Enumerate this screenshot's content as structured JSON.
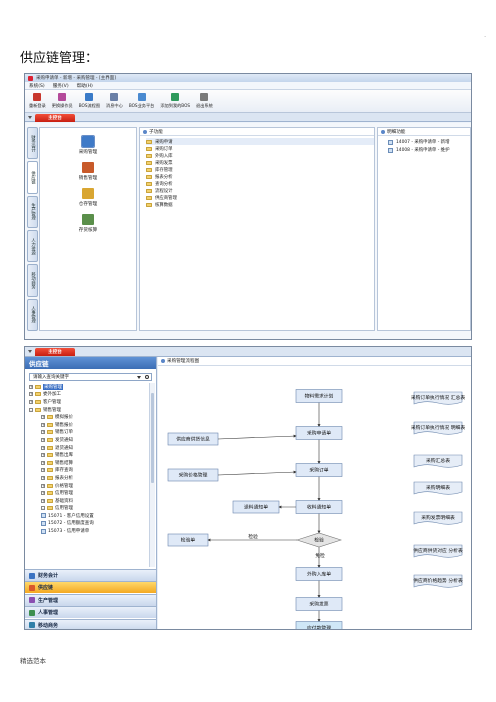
{
  "doc": {
    "corner_mark": "-",
    "title": "供应链管理：",
    "footer": "精选范本"
  },
  "shot1": {
    "window_title": "采购申请单 - 新增 - 采购管理 - [主界面]",
    "menu": [
      "系统(S)",
      "服务(V)",
      "帮助(H)"
    ],
    "toolbar": [
      {
        "label": "重新登录",
        "color": "#c8372d"
      },
      {
        "label": "更换操作员",
        "color": "#b44a9a"
      },
      {
        "label": "BOS流程图",
        "color": "#3a7bc8"
      },
      {
        "label": "消息中心",
        "color": "#6a7fa6"
      },
      {
        "label": "BOS业务平台",
        "color": "#4a8ad0"
      },
      {
        "label": "添加到我的BOS",
        "color": "#2f9a5c"
      },
      {
        "label": "退出系统",
        "color": "#7a7a7a"
      }
    ],
    "main_tab": "主控台",
    "vertical_tabs": [
      "财务会计",
      "供应链",
      "生产管理",
      "人力资源",
      "移动商务",
      "人事管理"
    ],
    "active_vtab_index": 1,
    "modules": [
      {
        "label": "采购管理",
        "color": "#3f7ac7"
      },
      {
        "label": "销售管理",
        "color": "#c85a2a"
      },
      {
        "label": "仓存管理",
        "color": "#d9a632"
      },
      {
        "label": "存货核算",
        "color": "#5a8f4a"
      }
    ],
    "sub_panel_title": "子功能",
    "sub_functions": [
      "采购申请",
      "采购订单",
      "外购入库",
      "采购发票",
      "库存管理",
      "报表分析",
      "查询分析",
      "流程设计",
      "供应商管理",
      "核算数据"
    ],
    "detail_panel_title": "明细功能",
    "details": [
      "14007 - 采购申请单 - 新增",
      "14008 - 采购申请单 - 维护"
    ]
  },
  "shot2": {
    "main_tab": "主控台",
    "nav_title": "供应链",
    "search_placeholder": "请输入查询关键字",
    "tree": [
      {
        "label": "采购管理",
        "exp": "+",
        "sel": true
      },
      {
        "label": "委外加工",
        "exp": "+"
      },
      {
        "label": "客户管理",
        "exp": "+"
      },
      {
        "label": "销售管理",
        "exp": "-"
      },
      {
        "label": "模拟报价",
        "exp": "+",
        "child": true
      },
      {
        "label": "销售报价",
        "exp": "+",
        "child": true
      },
      {
        "label": "销售订单",
        "exp": "+",
        "child": true
      },
      {
        "label": "发货通知",
        "exp": "+",
        "child": true
      },
      {
        "label": "退货通知",
        "exp": "+",
        "child": true
      },
      {
        "label": "销售出库",
        "exp": "+",
        "child": true
      },
      {
        "label": "销售结算",
        "exp": "+",
        "child": true
      },
      {
        "label": "库存查询",
        "exp": "+",
        "child": true
      },
      {
        "label": "报表分析",
        "exp": "+",
        "child": true
      },
      {
        "label": "价格管理",
        "exp": "+",
        "child": true
      },
      {
        "label": "信用管理",
        "exp": "+",
        "child": true
      },
      {
        "label": "基础资料",
        "exp": "+",
        "child": true
      },
      {
        "label": "信用管理",
        "exp": "-",
        "child": true
      },
      {
        "label": "15071 - 客户信用设置",
        "exp": "",
        "child": true,
        "doc": true
      },
      {
        "label": "15072 - 信用额度查询",
        "exp": "",
        "child": true,
        "doc": true
      },
      {
        "label": "15073 - 信用申请单",
        "exp": "",
        "child": true,
        "doc": true
      }
    ],
    "module_bars": [
      {
        "label": "财务会计",
        "color": "#3a72c2",
        "active": false
      },
      {
        "label": "供应链",
        "color": "#d9582b",
        "active": true
      },
      {
        "label": "生产管理",
        "color": "#8a4fb1",
        "active": false
      },
      {
        "label": "人事管理",
        "color": "#3d8f50",
        "active": false
      },
      {
        "label": "移动商务",
        "color": "#2f7fa8",
        "active": false
      }
    ],
    "flow_panel_title": "采购管理流程图",
    "flow": {
      "main": [
        "物料需求计划",
        "采购申请单",
        "采购订单",
        "收料通知单",
        "检验",
        "外购入库单",
        "采购发票",
        "应付款管理"
      ],
      "side": [
        "供应商供货信息",
        "采购价格管理",
        "退料通知单",
        "检验单"
      ],
      "edge_labels": [
        "检验",
        "免检"
      ],
      "reports": [
        "采购订单执行情况 汇总表",
        "采购订单执行情况 明细表",
        "采购汇总表",
        "采购明细表",
        "采购发票明细表",
        "供应商供货对应 分析表",
        "供应商价格趋势 分析表"
      ]
    }
  }
}
